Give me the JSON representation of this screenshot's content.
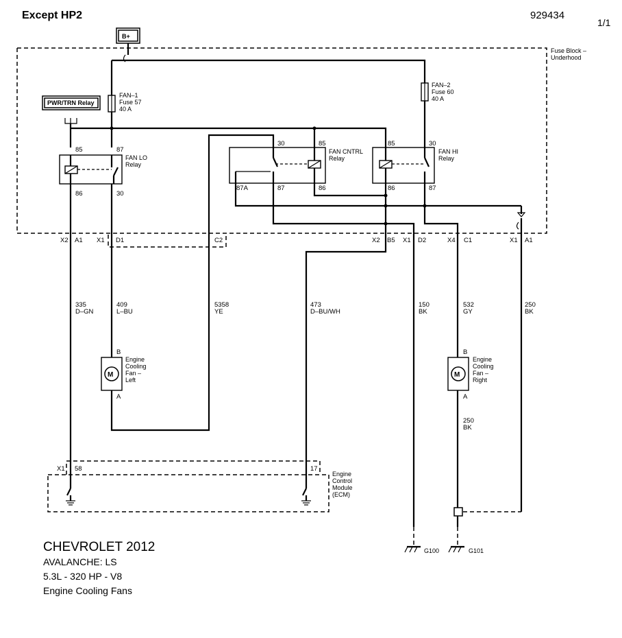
{
  "header": {
    "title": "Except HP2",
    "doc_number": "929434",
    "page": "1/1"
  },
  "power": {
    "battery": "B+"
  },
  "fuse_block": {
    "label_line1": "Fuse Block –",
    "label_line2": "Underhood"
  },
  "pwr_trn_relay": "PWR/TRN Relay",
  "fuses": {
    "fan1": {
      "l1": "FAN–1",
      "l2": "Fuse 57",
      "l3": "40 A"
    },
    "fan2": {
      "l1": "FAN–2",
      "l2": "Fuse 60",
      "l3": "40 A"
    }
  },
  "relays": {
    "fan_lo": {
      "l1": "FAN LO",
      "l2": "Relay",
      "p85": "85",
      "p87": "87",
      "p86": "86",
      "p30": "30"
    },
    "fan_cntrl": {
      "l1": "FAN CNTRL",
      "l2": "Relay",
      "p30": "30",
      "p85": "85",
      "p87a": "87A",
      "p87": "87",
      "p86": "86"
    },
    "fan_hi": {
      "l1": "FAN HI",
      "l2": "Relay",
      "p85": "85",
      "p30": "30",
      "p86": "86",
      "p87": "87"
    }
  },
  "connectors": {
    "x2_a1": {
      "conn": "X2",
      "pin": "A1"
    },
    "x1_d1": {
      "conn": "X1",
      "pin": "D1"
    },
    "c2": "C2",
    "x2_b5": {
      "conn": "X2",
      "pin": "B5"
    },
    "x1_d2": {
      "conn": "X1",
      "pin": "D2"
    },
    "x4_c1": {
      "conn": "X4",
      "pin": "C1"
    },
    "x1_a1": {
      "conn": "X1",
      "pin": "A1"
    }
  },
  "wires": {
    "w335": {
      "circuit": "335",
      "color": "D–GN"
    },
    "w409": {
      "circuit": "409",
      "color": "L–BU"
    },
    "w5358": {
      "circuit": "5358",
      "color": "YE"
    },
    "w473": {
      "circuit": "473",
      "color": "D–BU/WH"
    },
    "w150": {
      "circuit": "150",
      "color": "BK"
    },
    "w532": {
      "circuit": "532",
      "color": "GY"
    },
    "w250a": {
      "circuit": "250",
      "color": "BK"
    },
    "w250b": {
      "circuit": "250",
      "color": "BK"
    }
  },
  "motors": {
    "left": {
      "symbol": "M",
      "pin_top": "B",
      "pin_bottom": "A",
      "l1": "Engine",
      "l2": "Cooling",
      "l3": "Fan –",
      "l4": "Left"
    },
    "right": {
      "symbol": "M",
      "pin_top": "B",
      "pin_bottom": "A",
      "l1": "Engine",
      "l2": "Cooling",
      "l3": "Fan –",
      "l4": "Right"
    }
  },
  "ecm": {
    "conn": "X1",
    "pin58": "58",
    "pin17": "17",
    "l1": "Engine",
    "l2": "Control",
    "l3": "Module",
    "l4": "(ECM)"
  },
  "grounds": {
    "g100": "G100",
    "g101": "G101"
  },
  "footer": {
    "make": "CHEVROLET 2012",
    "model": "AVALANCHE: LS",
    "engine": "5.3L - 320 HP - V8",
    "system": "Engine Cooling Fans"
  }
}
